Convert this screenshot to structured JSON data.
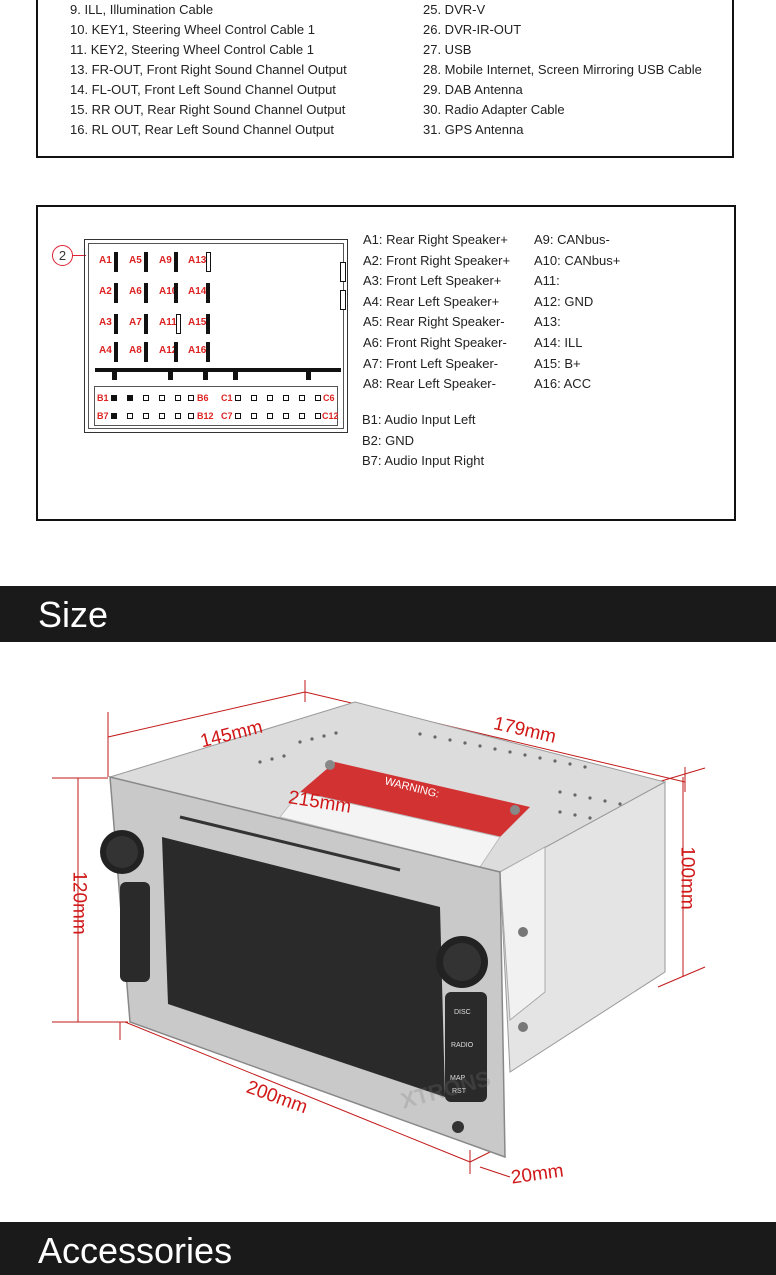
{
  "cables": {
    "left": [
      "9. ILL, Illumination Cable",
      "10. KEY1, Steering Wheel Control Cable 1",
      "11. KEY2, Steering Wheel Control Cable 1",
      "13. FR-OUT, Front Right Sound Channel Output",
      "14. FL-OUT, Front Left Sound Channel Output",
      "15. RR OUT, Rear Right Sound Channel Output",
      "16. RL OUT, Rear Left Sound Channel Output"
    ],
    "right": [
      "25. DVR-V",
      "26. DVR-IR-OUT",
      "27. USB",
      "28. Mobile Internet, Screen Mirroring USB Cable",
      "29. DAB Antenna",
      "30. Radio Adapter Cable",
      "31. GPS Antenna"
    ]
  },
  "connector": {
    "number": "2",
    "a_pins": [
      "A1",
      "A5",
      "A9",
      "A13",
      "A2",
      "A6",
      "A10",
      "A14",
      "A3",
      "A7",
      "A11",
      "A15",
      "A4",
      "A8",
      "A12",
      "A16"
    ],
    "b_labels": [
      "B1",
      "B6",
      "C1",
      "C6",
      "B7",
      "B12",
      "C7",
      "C12"
    ]
  },
  "pinout": {
    "col1": [
      "A1: Rear Right Speaker+",
      "A2: Front Right Speaker+",
      "A3: Front Left Speaker+",
      "A4: Rear Left Speaker+",
      "A5: Rear Right Speaker-",
      "A6: Front Right Speaker-",
      "A7: Front Left Speaker-",
      "A8: Rear Left Speaker-"
    ],
    "col2": [
      "A9: CANbus-",
      "A10: CANbus+",
      "A11:",
      "A12: GND",
      "A13:",
      "A14: ILL",
      "A15: B+",
      "A16: ACC"
    ],
    "b_pins": [
      "B1: Audio Input Left",
      "B2: GND",
      "B7: Audio Input Right"
    ]
  },
  "sections": {
    "size": "Size",
    "accessories": "Accessories"
  },
  "dimensions": {
    "depth_top": "145mm",
    "width_top": "179mm",
    "inner": "215mm",
    "height_left": "120mm",
    "height_right": "100mm",
    "width_bottom": "200mm",
    "bezel": "20mm"
  },
  "device": {
    "warning": "WARNING:",
    "buttons": [
      "DISC",
      "RADIO",
      "MAP",
      "RST"
    ],
    "watermark": "XTRONS"
  },
  "colors": {
    "dimension": "#d01818",
    "header_bg": "#1a1a1a",
    "pin_label": "#d22222"
  }
}
